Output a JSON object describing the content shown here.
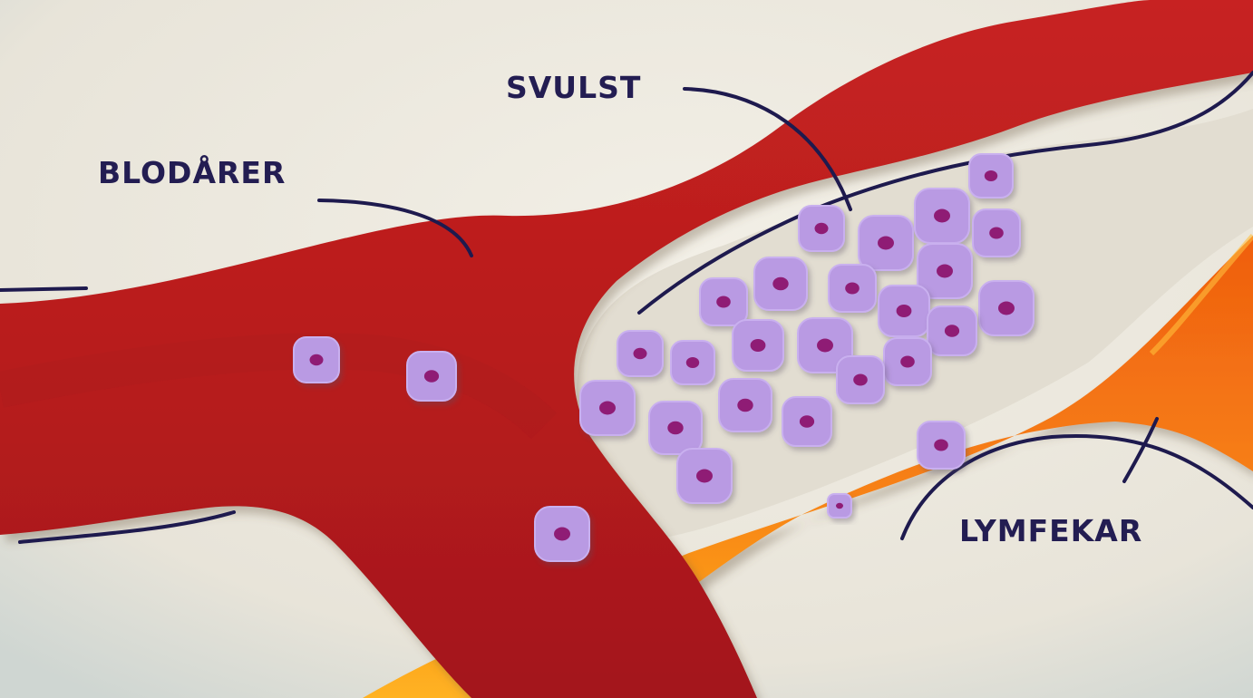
{
  "labels": {
    "blood_vessels": "BLODÅRER",
    "tumor": "SVULST",
    "lymph_vessel": "LYMFEKAR"
  },
  "colors": {
    "background": "#e9e6dc",
    "blood_vessel": "#c4201f",
    "blood_vessel_dark": "#9f1518",
    "lymph_vessel": "#f26a12",
    "lymph_vessel_light": "#ffb020",
    "cell": "#b99ae3",
    "cell_nucleus": "#8f1e74",
    "leader_line": "#1e1a4e",
    "text": "#231d52"
  },
  "icons": [
    "cancer-cell-icon"
  ]
}
